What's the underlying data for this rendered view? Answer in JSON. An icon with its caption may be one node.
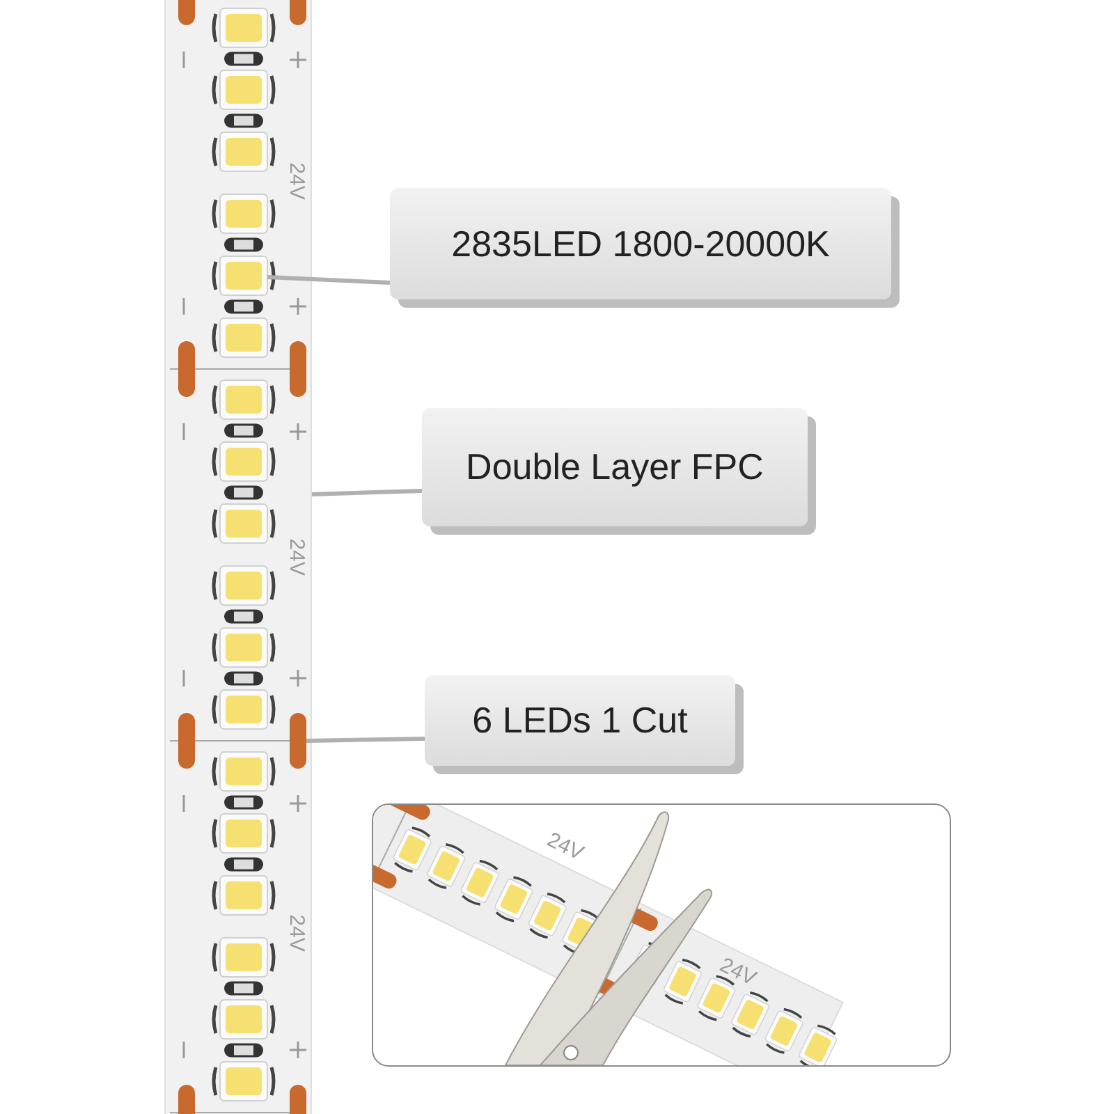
{
  "diagram": {
    "nodes": [
      {
        "text": [],
        "shape": "picture"
      },
      {
        "text": [],
        "shape": "picture",
        "in": 0
      },
      {
        "text": [],
        "shape": "box",
        "in": 0
      },
      {
        "text": [
          "2835LED 1800-20000K"
        ]
      },
      {
        "text": [
          "Double Layer FPC"
        ]
      },
      {
        "text": [
          "6 LEDs 1 Cut"
        ]
      }
    ],
    "edges": [
      {
        "from": 3,
        "to": 1,
        "arrow": "none"
      },
      {
        "from": 4,
        "to": 0,
        "arrow": "none"
      },
      {
        "from": 5,
        "to": 2,
        "arrow": "none"
      }
    ],
    "labels": [
      "24V",
      "24V",
      "24V",
      "24V",
      "24V"
    ]
  }
}
